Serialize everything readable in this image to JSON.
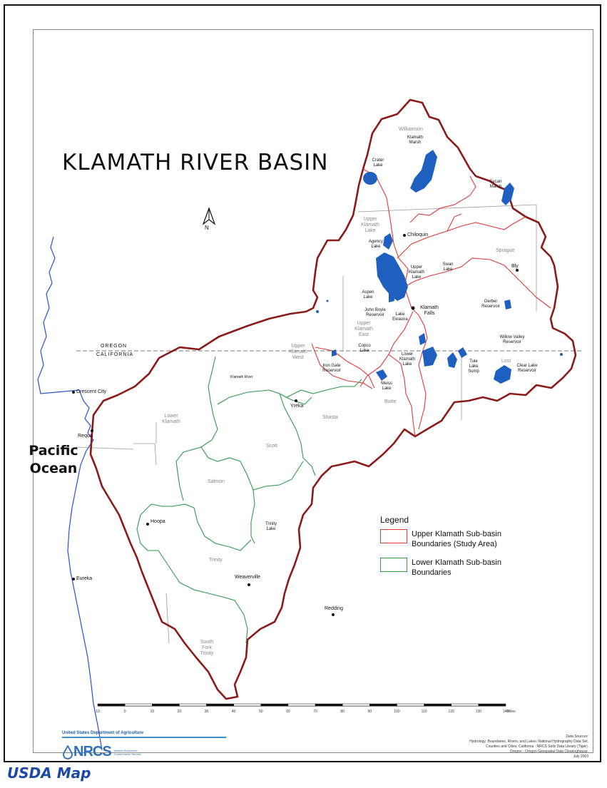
{
  "map": {
    "title": "KLAMATH RIVER BASIN",
    "north_label": "N",
    "ocean": "Pacific Ocean",
    "states": {
      "north": "OREGON",
      "south": "CALIFORNIA"
    },
    "cities": {
      "crescent_city": "Crescent City",
      "requa": "Requa",
      "hoopa": "Hoopa",
      "eureka": "Eureka",
      "weaverville": "Weaverville",
      "redding": "Redding",
      "yreka": "Yreka",
      "klamath_falls": "Klamath Falls",
      "chiloquin": "Chiloquin",
      "bly": "Bly"
    },
    "subbasins": {
      "williamson": "Williamson",
      "upper_klamath_lake": "Upper Klamath Lake",
      "sprague": "Sprague",
      "upper_klamath_east": "Upper Klamath East",
      "upper_klamath_west": "Upper Klamath West",
      "lost": "Lost",
      "butte": "Butte",
      "shasta": "Shasta",
      "scott": "Scott",
      "salmon": "Salmon",
      "lower_klamath": "Lower Klamath",
      "trinity": "Trinity",
      "south_fork_trinity": "South Fork Trinity"
    },
    "water": {
      "crater_lake": "Crater Lake",
      "klamath_marsh": "Klamath Marsh",
      "sycan_marsh": "Sycan Marsh",
      "agency_lake": "Agency Lake",
      "upper_klamath_lake_w": "Upper Klamath Lake",
      "swan_lake": "Swan Lake",
      "aspen_lake": "Aspen Lake",
      "john_boyle": "John Boyle Reservoir",
      "lake_ewauna": "Lake Ewauna",
      "gerber": "Gerber Reservoir",
      "willow_valley": "Willow Valley Reservoir",
      "copco": "Copco Lake",
      "iron_gate": "Iron Gate Reservoir",
      "lower_klamath_lake": "Lower Klamath Lake",
      "tule_lake": "Tule Lake Sump",
      "clear_lake": "Clear Lake Reservoir",
      "meiss": "Meiss Lake",
      "trinity_lake": "Trinity Lake",
      "klamath_river": "Klamath River"
    }
  },
  "legend": {
    "title": "Legend",
    "items": [
      {
        "label": "Upper Klamath Sub-basin Boundaries (Study Area)",
        "color": "#e03a3a"
      },
      {
        "label": "Lower Klamath Sub-basin Boundaries",
        "color": "#2e9a4a"
      }
    ]
  },
  "scale": {
    "ticks": [
      "10",
      "0",
      "10",
      "20",
      "30",
      "40",
      "50",
      "60",
      "70",
      "80",
      "90",
      "100",
      "110",
      "120",
      "130",
      "140"
    ],
    "unit": "Miles"
  },
  "agency": {
    "department": "United States Department of Agriculture",
    "logo": "NRCS",
    "logo_sub": "Natural Resources Conservation Service"
  },
  "credits": {
    "heading": "Data Sources:",
    "lines": [
      "Hydrology: Boundaries, Rivers, and Lakes: National Hydrography Data Set.",
      "Counties and Cities: California - NRCS Soils Data Library (Tiger).",
      "Oregon - Oregon Geospatial Data Clearinghouse.",
      "July 2003"
    ]
  },
  "caption": "USDA Map",
  "colors": {
    "basin_boundary": "#8b1a1a",
    "upper_subbasin": "#e03a3a",
    "lower_subbasin": "#2e9a4a",
    "water": "#1f5fbf",
    "coast": "#2a4fd6",
    "caption": "#1c4aa3"
  }
}
